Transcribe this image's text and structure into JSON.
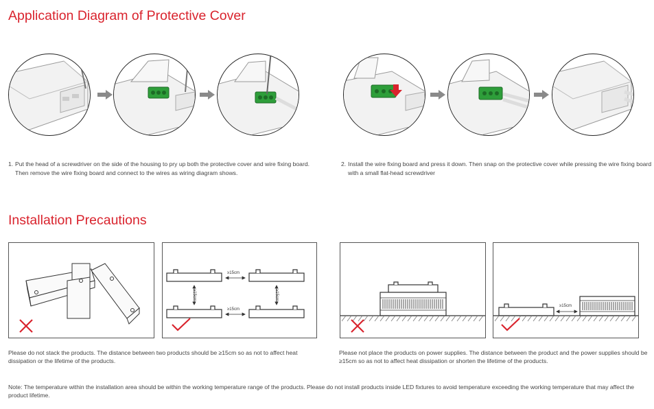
{
  "header": {
    "title": "Application Diagram of Protective Cover"
  },
  "steps": [
    {
      "num": "1.",
      "text": "Put the head of a screwdriver on the side of the housing to pry up both the protective cover and wire fixing board. Then remove the wire fixing board and connect to the wires as wiring diagram shows."
    },
    {
      "num": "2.",
      "text": "Install the wire fixing board and press it down. Then snap on the protective cover while pressing the wire fixing board with a small flat-head screwdriver"
    }
  ],
  "precautions": {
    "title": "Installation Precautions",
    "distance_label": "≥15cm",
    "captions": [
      "Please do not stack the products. The distance between two products should be ≥15cm so as not to affect heat dissipation or the lifetime of the products.",
      "Please not place the products on power supplies. The distance between the product and the power supplies should be ≥15cm so as not to affect heat dissipation or shorten the lifetime of the products."
    ]
  },
  "note": "Note: The temperature within the installation area should be within the working temperature range of the products. Please do not install products inside LED fixtures to avoid temperature exceeding the working temperature that may affect the product lifetime.",
  "colors": {
    "accent_red": "#d9232d",
    "terminal_green": "#2e9e3a",
    "arrow_gray": "#8a8a8a"
  },
  "icons": [
    "right-arrow-icon",
    "cross-mark-icon",
    "check-mark-icon"
  ]
}
